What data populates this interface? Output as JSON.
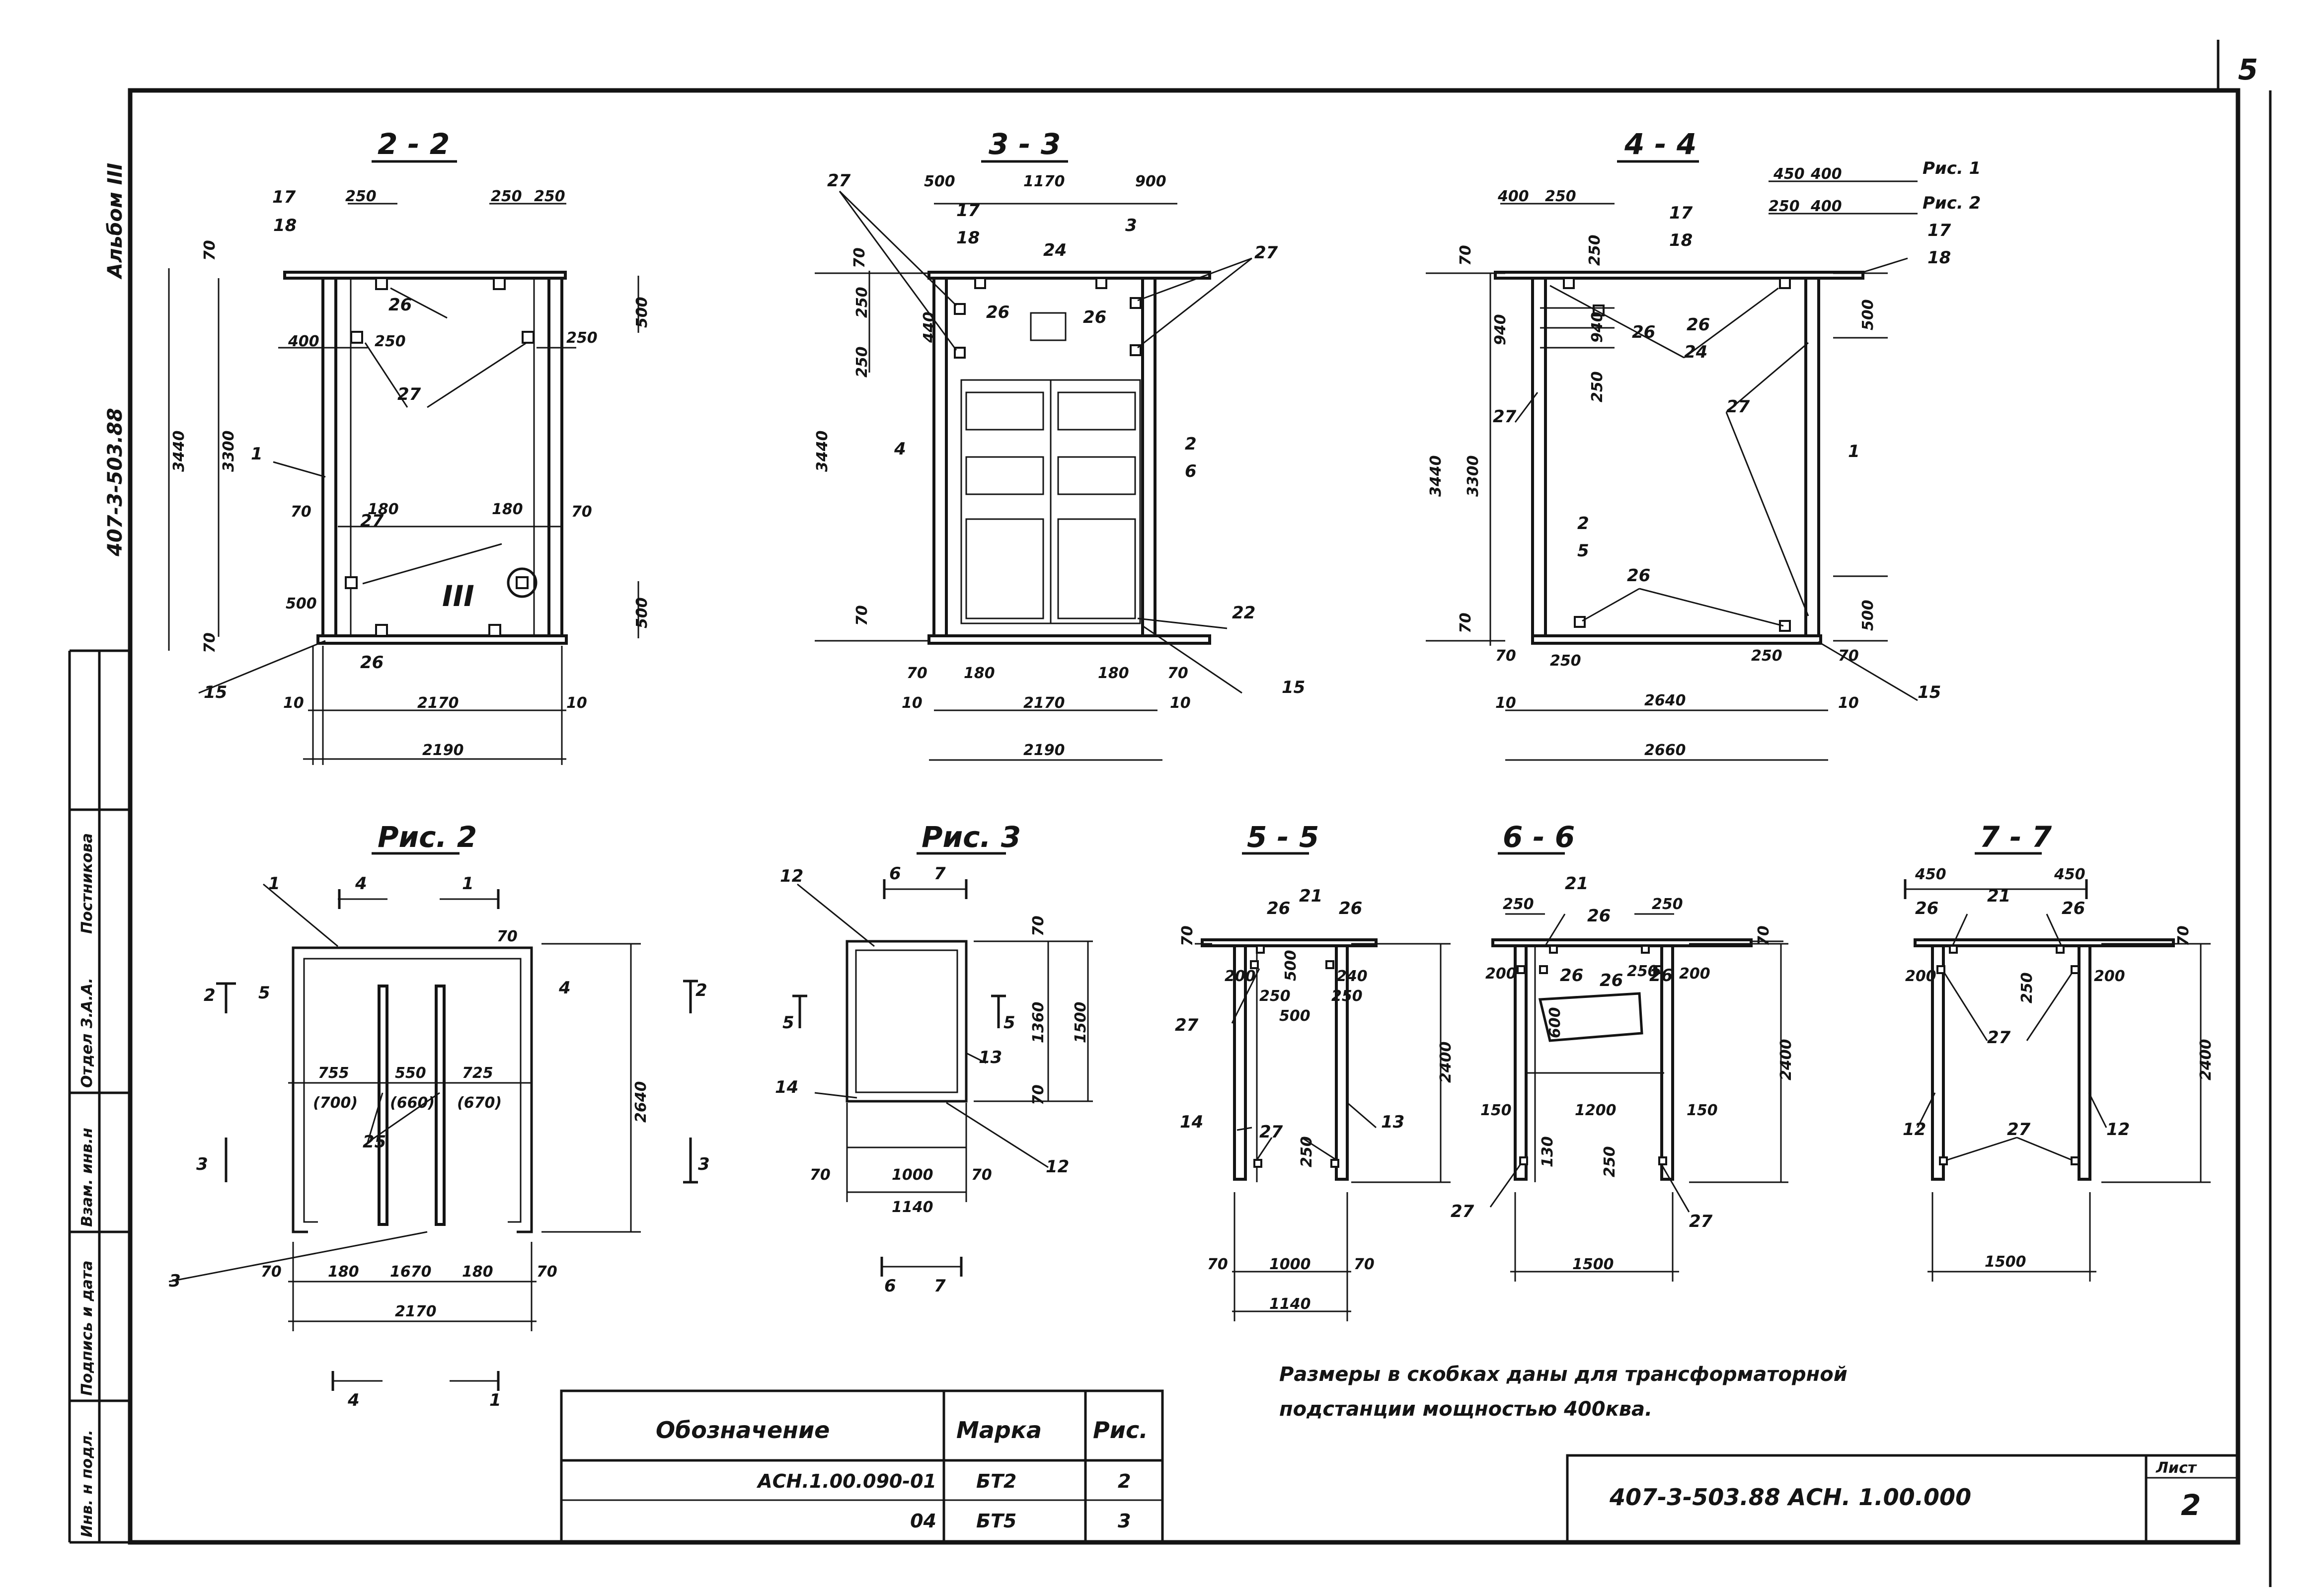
{
  "page_number": "5",
  "side": {
    "album": "Альбом III",
    "code": "407-3-503.88"
  },
  "stamp_labels": [
    "Инв. н подл.",
    "Подпись и дата",
    "Взам. инв.н",
    "Отдел З.А.А.",
    "Постникова"
  ],
  "views": {
    "v22": {
      "title": "2 - 2",
      "dims": {
        "d250a": "250",
        "d250b": "250",
        "d250c": "250",
        "d250d": "250",
        "d250e": "250",
        "d400": "400",
        "d500a": "500",
        "d500b": "500",
        "d500c": "500",
        "d70a": "70",
        "d70b": "70",
        "d70c": "70",
        "d70d": "70",
        "d180a": "180",
        "d180b": "180",
        "d3440": "3440",
        "d3300": "3300",
        "d2170": "2170",
        "d2190": "2190",
        "d10a": "10",
        "d10b": "10"
      },
      "pos": {
        "p17": "17",
        "p18": "18",
        "p26a": "26",
        "p26b": "26",
        "p27a": "27",
        "p27b": "27",
        "p1": "1",
        "p15": "15",
        "roman": "III"
      }
    },
    "v33": {
      "title": "3 - 3",
      "dims": {
        "d500": "500",
        "d1170": "1170",
        "d900": "900",
        "d70a": "70",
        "d250a": "250",
        "d440": "440",
        "d250b": "250",
        "d3440": "3440",
        "d70b": "70",
        "d70c": "70",
        "d180a": "180",
        "d2170": "2170",
        "d180b": "180",
        "d70d": "70",
        "d10a": "10",
        "d10b": "10",
        "d2190": "2190"
      },
      "pos": {
        "p27a": "27",
        "p27b": "27",
        "p17": "17",
        "p18": "18",
        "p3": "3",
        "p24": "24",
        "p26a": "26",
        "p26b": "26",
        "p4": "4",
        "p2": "2",
        "p6": "6",
        "p22": "22",
        "p15": "15"
      }
    },
    "v44": {
      "title": "4 - 4",
      "dims": {
        "d400a": "400",
        "d250a": "250",
        "d250b": "250",
        "d450": "450",
        "d400b": "400",
        "d250c": "250",
        "d400c": "400",
        "d70a": "70",
        "d940a": "940",
        "d940b": "940",
        "d250d": "250",
        "d500a": "500",
        "d3440": "3440",
        "d3300": "3300",
        "d500b": "500",
        "d70b": "70",
        "d70c": "70",
        "d250e": "250",
        "d250f": "250",
        "d70d": "70",
        "d10a": "10",
        "d2640": "2640",
        "d10b": "10",
        "d2660": "2660"
      },
      "pos": {
        "ric1": "Рис. 1",
        "ric2": "Рис. 2",
        "p17a": "17",
        "p18a": "18",
        "p17b": "17",
        "p18b": "18",
        "p26a": "26",
        "p24": "24",
        "p26b": "26",
        "p26c": "26",
        "p27a": "27",
        "p27b": "27",
        "p1": "1",
        "p2": "2",
        "p5": "5",
        "p15": "15"
      }
    },
    "ric2": {
      "title": "Рис. 2",
      "dims": {
        "d70": "70",
        "d755": "755",
        "d550": "550",
        "d725": "725",
        "b700": "(700)",
        "b660": "(660)",
        "b670": "(670)",
        "d2640": "2640",
        "d70a": "70",
        "d180a": "180",
        "d1670": "1670",
        "d180b": "180",
        "d70b": "70",
        "d2170": "2170"
      },
      "pos": {
        "p1a": "1",
        "p4a": "4",
        "p1b": "1",
        "p5": "5",
        "p4b": "4",
        "p25": "25",
        "p3": "3",
        "s2a": "2",
        "s2b": "2",
        "s3a": "3",
        "s3b": "3",
        "s4": "4",
        "s1": "1"
      }
    },
    "ric3": {
      "title": "Рис. 3",
      "dims": {
        "d70a": "70",
        "d1360": "1360",
        "d1500": "1500",
        "d70b": "70",
        "d70c": "70",
        "d1000": "1000",
        "d70d": "70",
        "d1140": "1140"
      },
      "pos": {
        "s6a": "6",
        "s7a": "7",
        "p12a": "12",
        "p13": "13",
        "p14": "14",
        "p12b": "12",
        "s5a": "5",
        "s5b": "5",
        "s6b": "6",
        "s7b": "7"
      }
    },
    "v55": {
      "title": "5 - 5",
      "dims": {
        "d70a": "70",
        "d200": "200",
        "d250a": "250",
        "d500a": "500",
        "d240": "240",
        "d250b": "250",
        "d500b": "500",
        "d2400": "2400",
        "d250c": "250",
        "d70b": "70",
        "d1000": "1000",
        "d70c": "70",
        "d1140": "1140"
      },
      "pos": {
        "p26a": "26",
        "p21": "21",
        "p26b": "26",
        "p27a": "27",
        "p27b": "27",
        "p14": "14",
        "p13": "13"
      }
    },
    "v66": {
      "title": "6 - 6",
      "dims": {
        "d250a": "250",
        "d250b": "250",
        "d70": "70",
        "d200a": "200",
        "d250c": "250",
        "d200b": "200",
        "d600": "600",
        "d150a": "150",
        "d1200": "1200",
        "d150b": "150",
        "d2400": "2400",
        "d130": "130",
        "d250d": "250",
        "d1500": "1500"
      },
      "pos": {
        "p21": "21",
        "p26a": "26",
        "p26b": "26",
        "p26c": "26",
        "p26d": "26",
        "p27a": "27",
        "p27b": "27"
      }
    },
    "v77": {
      "title": "7 - 7",
      "dims": {
        "d450a": "450",
        "d450b": "450",
        "d70": "70",
        "d200a": "200",
        "d250": "250",
        "d200b": "200",
        "d2400": "2400",
        "d1500": "1500"
      },
      "pos": {
        "p26a": "26",
        "p21": "21",
        "p26b": "26",
        "p27a": "27",
        "p27b": "27",
        "p12a": "12",
        "p12b": "12"
      }
    }
  },
  "note": {
    "line1": "Размеры в скобках даны для трансформаторной",
    "line2": "подстанции мощностью 400ква."
  },
  "spec_table": {
    "headers": [
      "Обозначение",
      "Марка",
      "Рис."
    ],
    "rows": [
      [
        "АСН.1.00.090-01",
        "БТ2",
        "2"
      ],
      [
        "04",
        "БТ5",
        "3"
      ]
    ]
  },
  "title_block": {
    "code": "407-3-503.88  АСН. 1.00.000",
    "sheet_label": "Лист",
    "sheet_no": "2"
  }
}
